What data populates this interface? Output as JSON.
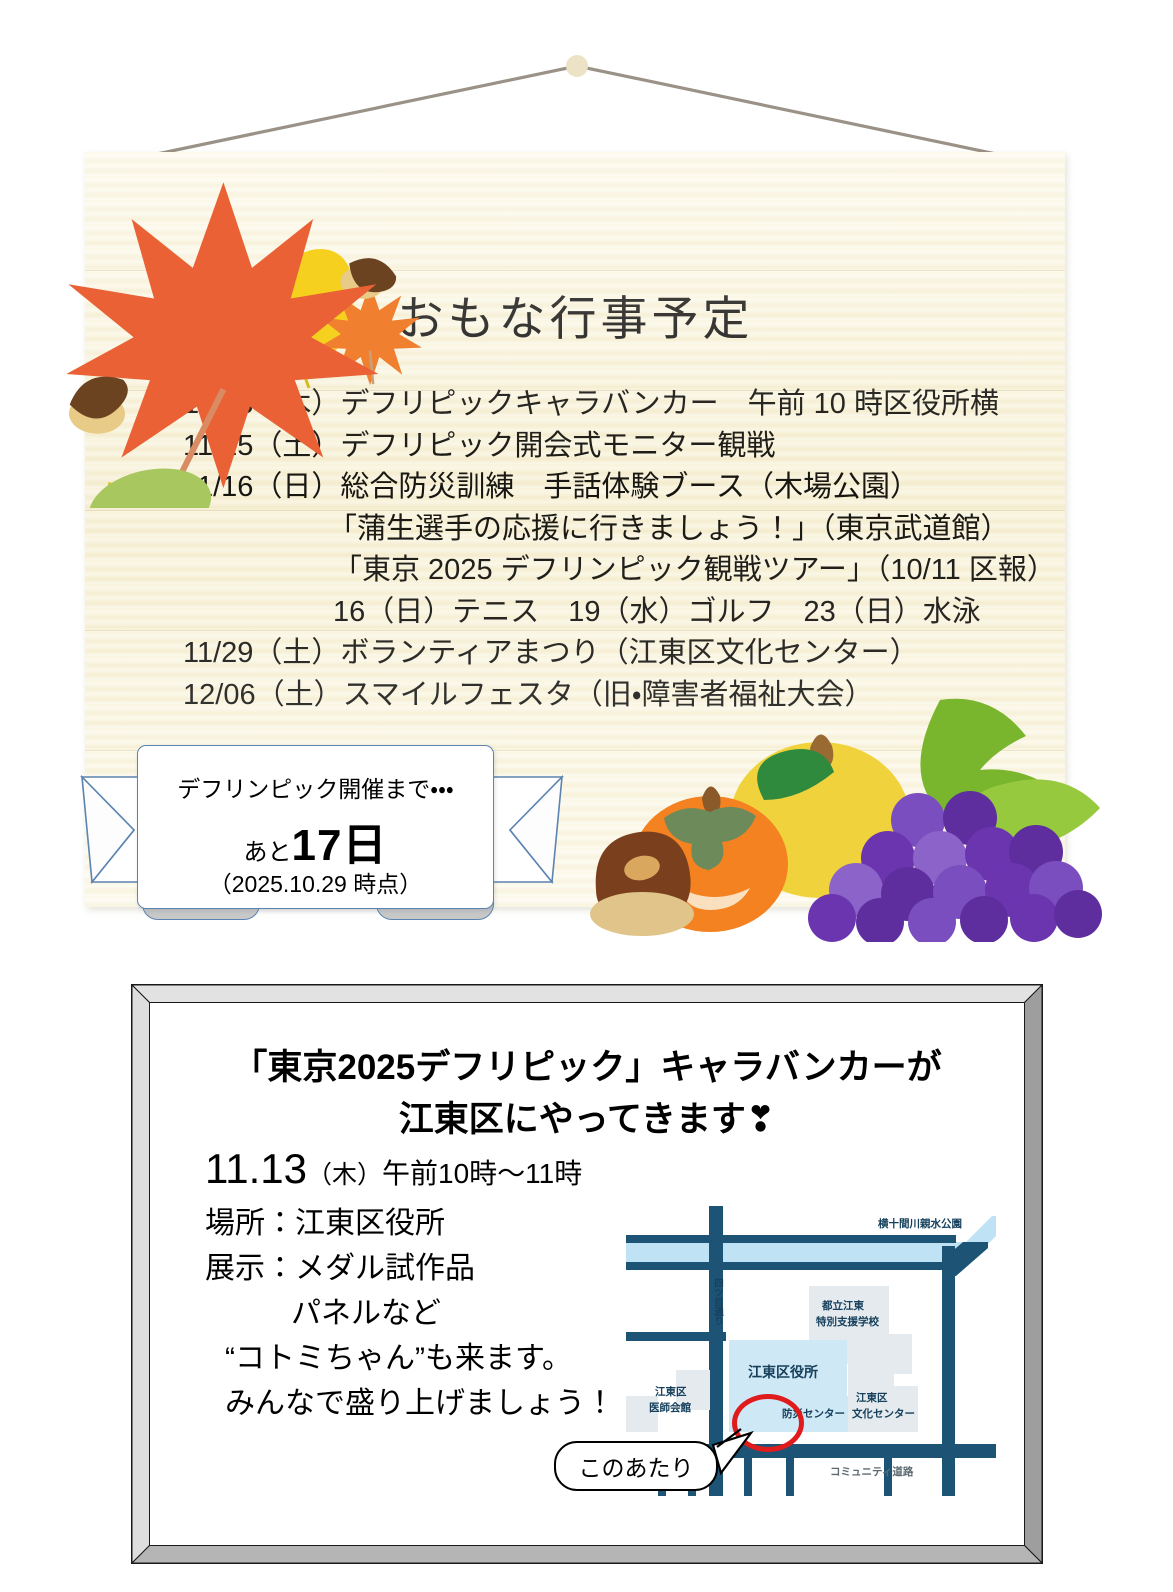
{
  "board": {
    "title": "おもな行事予定",
    "events": [
      {
        "text": "11/13（木）デフリピックキャラバンカー　午前 10 時区役所横",
        "indent": "left"
      },
      {
        "text": "11/15（土）デフリピック開会式モニター観戦",
        "indent": "left"
      },
      {
        "text": "11/16（日）総合防災訓練　手話体験ブース（木場公園）",
        "indent": "left"
      },
      {
        "text": "「蒲生選手の応援に行きましょう！」（東京武道館）",
        "indent": "ind"
      },
      {
        "text": "「東京 2025 デフリンピック観戦ツアー」（10/11 区報）",
        "indent": "ind2"
      },
      {
        "text": "16（日）テニス　19（水）ゴルフ　23（日）水泳",
        "indent": "ind3"
      },
      {
        "text": "11/29（土）ボランティアまつり（江東区文化センター）",
        "indent": "left"
      },
      {
        "text": "12/06（土）スマイルフェスタ（旧・障害者福祉大会）",
        "indent": "left"
      }
    ]
  },
  "ribbon": {
    "line1": "デフリンピック開催まで・・・",
    "prefix": "あと",
    "count": "17",
    "unit": "日",
    "line3": "（2025.10.29 時点）"
  },
  "panel": {
    "title_line1": "「東京2025デフリピック」キャラバンカーが",
    "title_line2": "江東区にやってきます❣",
    "date_number": "11.13",
    "date_day": "（木）",
    "date_time": "午前10時～11時",
    "lines": [
      {
        "text": "場所：江東区役所",
        "indent": "none"
      },
      {
        "text": "展示：メダル試作品",
        "indent": "none"
      },
      {
        "text": "パネルなど",
        "indent": "ind"
      },
      {
        "text": "“コトミちゃん”も来ます。",
        "indent": "ind2"
      },
      {
        "text": "みんなで盛り上げましょう！",
        "indent": "ind2"
      }
    ]
  },
  "map": {
    "callout": "このあたり",
    "labels": {
      "park": "横十間川親水公園",
      "avenue": "四ツ目通り",
      "school_l1": "都立江東",
      "school_l2": "特別支援学校",
      "ward_office": "江東区役所",
      "medical_l1": "江東区",
      "medical_l2": "医師会館",
      "disaster_center": "防災センター",
      "culture_l1": "江東区",
      "culture_l2": "文化センター",
      "community_road": "コミュニティ道路"
    }
  },
  "colors": {
    "board_bg": "#fbf6e0",
    "road": "#1d5476",
    "water": "#bfe3f5",
    "block": "#cfe8f5",
    "accent_red": "#e01b1b",
    "ribbon_border": "#5b84b1",
    "frame": "#c9c9c9"
  }
}
